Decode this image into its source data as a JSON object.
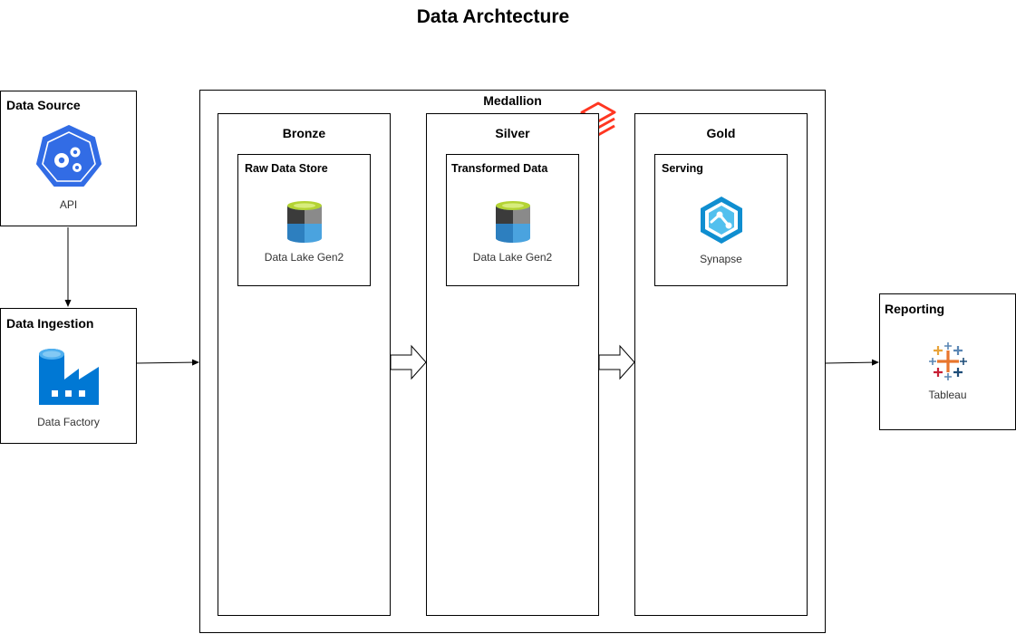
{
  "title": "Data Archtecture",
  "source": {
    "label": "Data Source",
    "caption": "API",
    "icon": "api-gear-heptagon-icon"
  },
  "ingestion": {
    "label": "Data Ingestion",
    "caption": "Data Factory",
    "icon": "data-factory-icon"
  },
  "medallion": {
    "label": "Medallion",
    "icon": "databricks-icon",
    "tiers": [
      {
        "label": "Bronze",
        "inner_label": "Raw Data Store",
        "caption": "Data Lake Gen2",
        "icon": "data-lake-storage-icon"
      },
      {
        "label": "Silver",
        "inner_label": "Transformed Data",
        "caption": "Data Lake Gen2",
        "icon": "data-lake-storage-icon"
      },
      {
        "label": "Gold",
        "inner_label": "Serving",
        "caption": "Synapse",
        "icon": "synapse-icon"
      }
    ]
  },
  "reporting": {
    "label": "Reporting",
    "caption": "Tableau",
    "icon": "tableau-icon"
  },
  "colors": {
    "api_blue": "#326ce5",
    "factory_blue": "#0078d4",
    "lake_green": "#b4d334",
    "lake_blue": "#4aa3df",
    "lake_dark": "#3b3b3b",
    "databricks_red": "#ff3621",
    "synapse_blue": "#0f8ed0"
  }
}
